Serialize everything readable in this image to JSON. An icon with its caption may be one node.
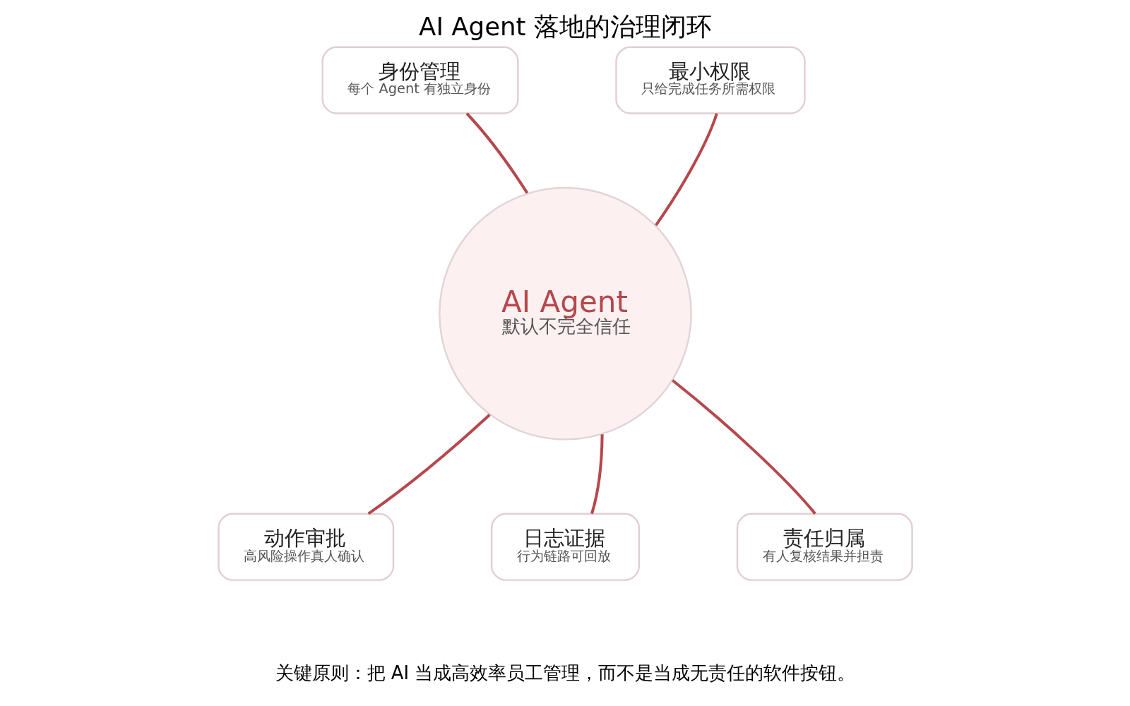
{
  "diagram": {
    "title": "AI Agent 落地的治理闭环",
    "nodes": [
      {
        "text": [
          "AI Agent",
          "默认不完全信任"
        ]
      },
      {
        "text": [
          "身份管理",
          "每个 Agent 有独立身份"
        ]
      },
      {
        "text": [
          "最小权限",
          "只给完成任务所需权限"
        ]
      },
      {
        "text": [
          "动作审批",
          "高风险操作真人确认"
        ]
      },
      {
        "text": [
          "日志证据",
          "行为链路可回放"
        ]
      },
      {
        "text": [
          "责任归属",
          "有人复核结果并担责"
        ]
      }
    ],
    "edges": [
      {
        "from": 0,
        "to": 1,
        "arrow": "none"
      },
      {
        "from": 0,
        "to": 2,
        "arrow": "none"
      },
      {
        "from": 0,
        "to": 3,
        "arrow": "none"
      },
      {
        "from": 0,
        "to": 4,
        "arrow": "none"
      },
      {
        "from": 0,
        "to": 5,
        "arrow": "none"
      }
    ],
    "labels": [
      "关键原则：把 AI 当成高效率员工管理，而不是当成无责任的软件按钮。"
    ]
  }
}
